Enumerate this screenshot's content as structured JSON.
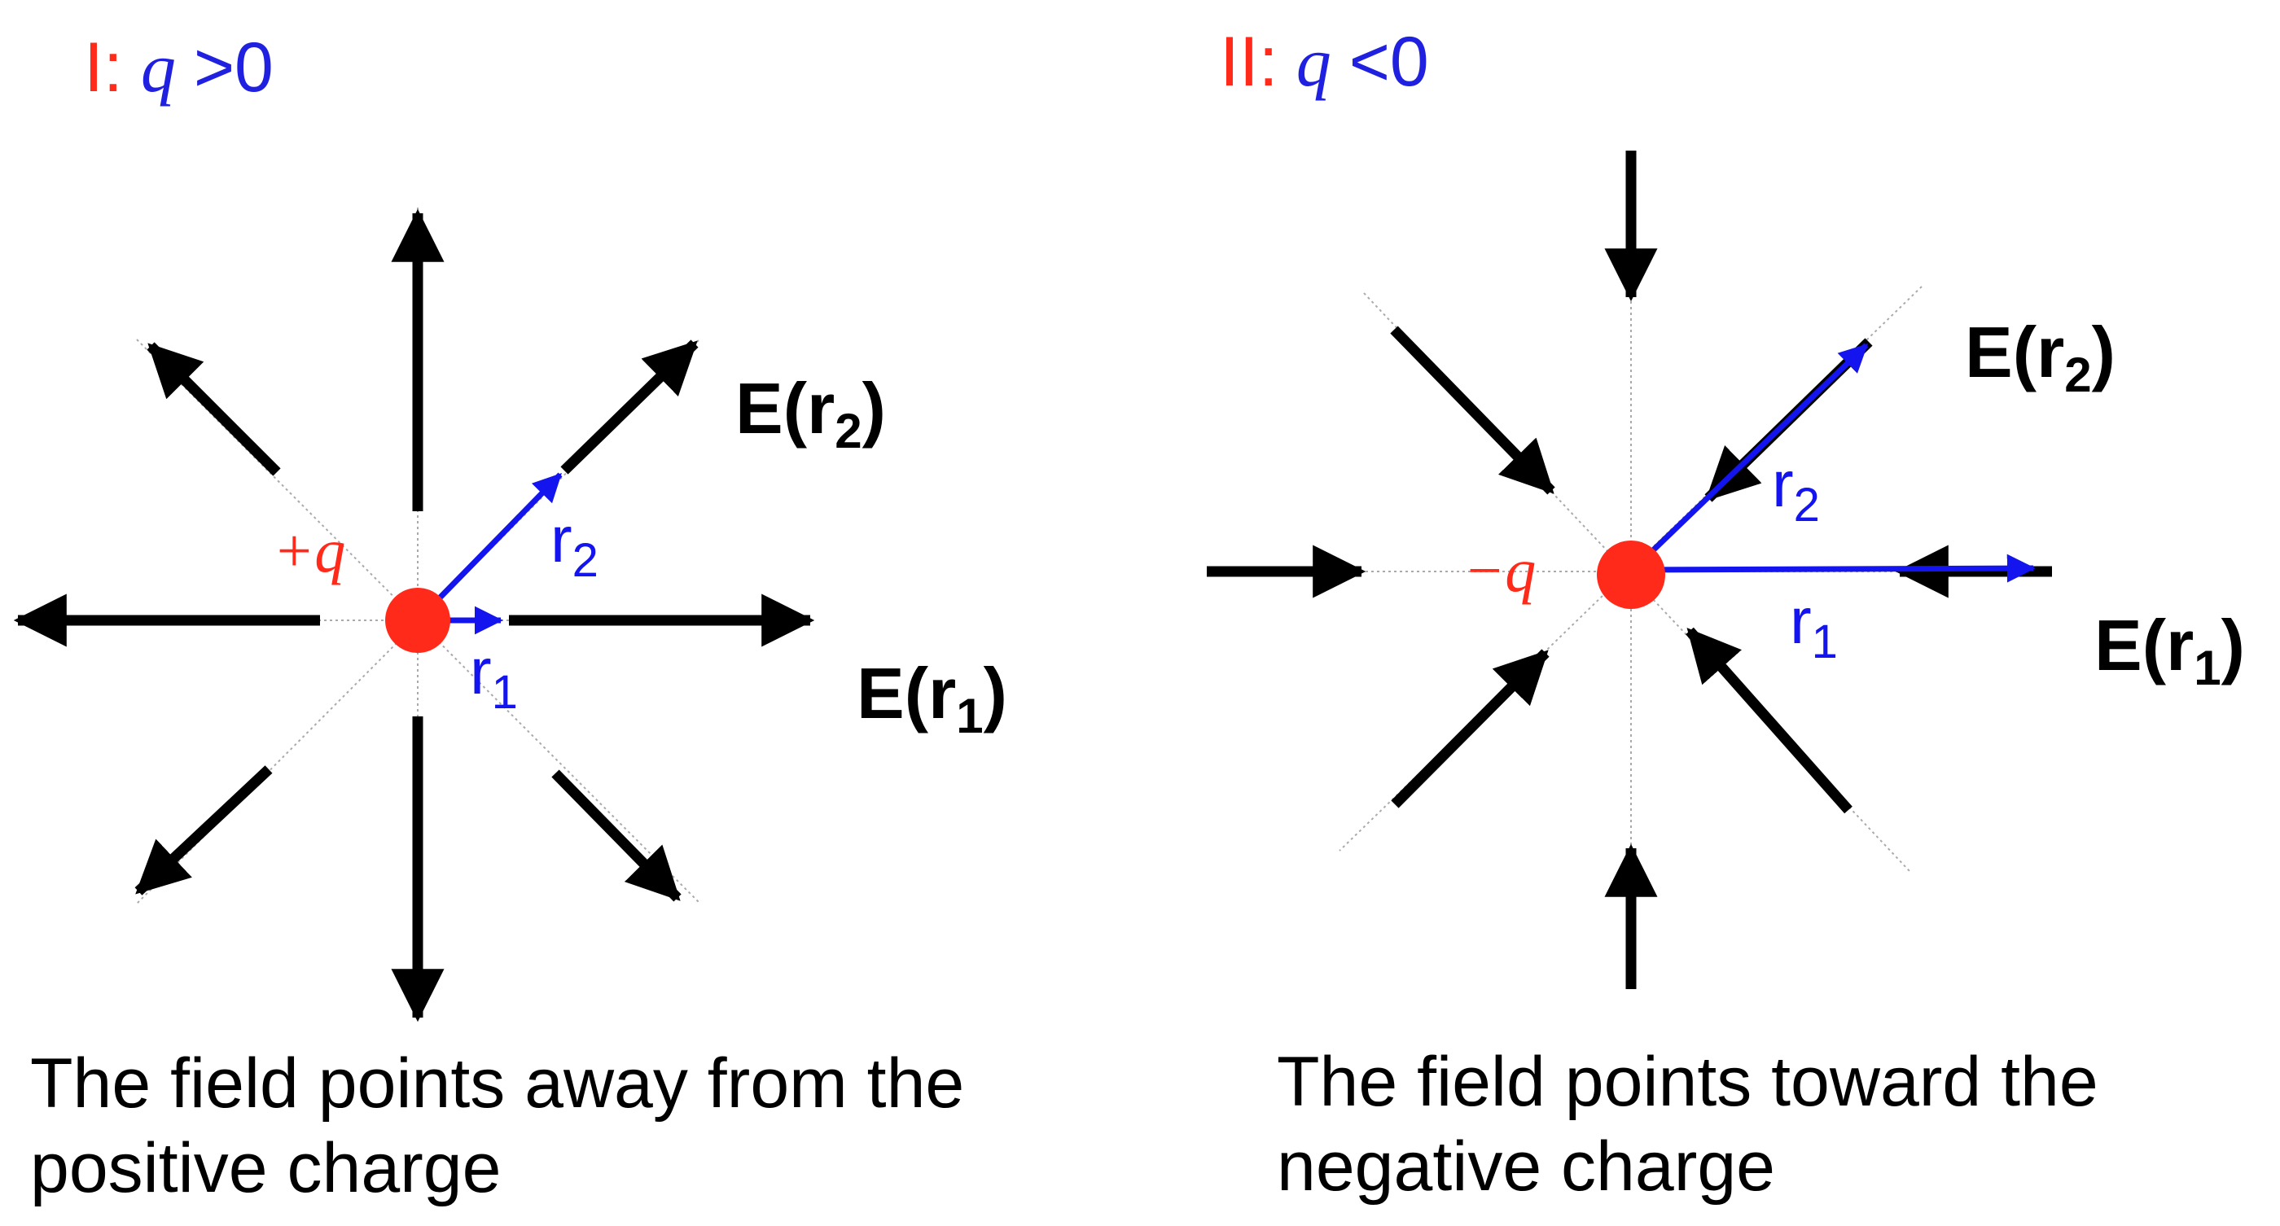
{
  "panel_I": {
    "roman": "I",
    "colon": ":",
    "q_symbol": "q",
    "condition": ">0",
    "charge_label": "+q",
    "r1_base": "r",
    "r1_sub": "1",
    "r2_base": "r",
    "r2_sub": "2",
    "E1_prefix": "E(",
    "E1_base": "r",
    "E1_sub": "1",
    "E1_suffix": ")",
    "E2_prefix": "E(",
    "E2_base": "r",
    "E2_sub": "2",
    "E2_suffix": ")",
    "caption_line1": "The field points away from the",
    "caption_line2": "positive charge"
  },
  "panel_II": {
    "roman": "II",
    "colon": ":",
    "q_symbol": "q",
    "condition": "<0",
    "charge_label": "−q",
    "r1_base": "r",
    "r1_sub": "1",
    "r2_base": "r",
    "r2_sub": "2",
    "E1_prefix": "E(",
    "E1_base": "r",
    "E1_sub": "1",
    "E1_suffix": ")",
    "E2_prefix": "E(",
    "E2_base": "r",
    "E2_sub": "2",
    "E2_suffix": ")",
    "caption_line1": "The field points toward the",
    "caption_line2": "negative charge"
  },
  "colors": {
    "roman_numeral": "#ff2a1a",
    "q_symbol": "#2020e0",
    "charge": "#ff2a1a",
    "position_vector": "#1414ee",
    "field_arrow": "#000000",
    "guide_line": "#aaaaaa"
  }
}
